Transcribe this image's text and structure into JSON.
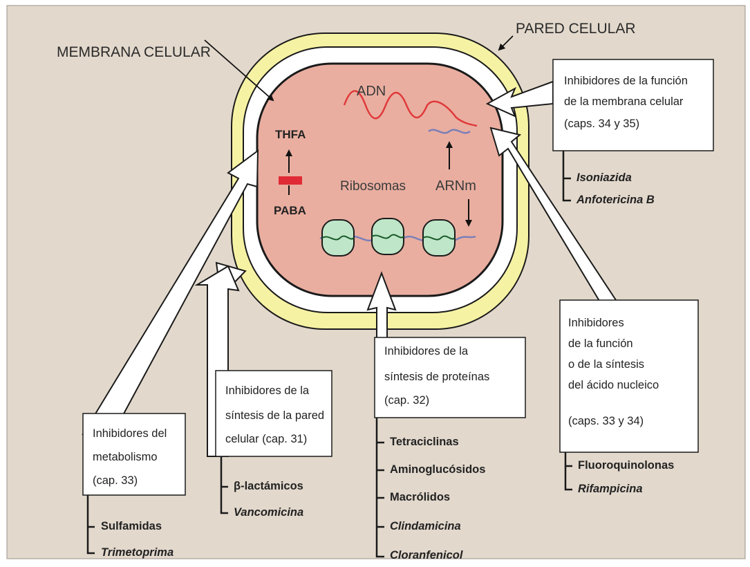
{
  "labels": {
    "membrana_celular": "MEMBRANA CELULAR",
    "pared_celular": "PARED CELULAR",
    "adn": "ADN",
    "thfa": "THFA",
    "paba": "PABA",
    "ribosomas": "Ribosomas",
    "arnm": "ARNm"
  },
  "boxes": {
    "membrane_function": {
      "lines": [
        "Inhibidores de la función",
        "de la membrana celular",
        "(caps. 34 y 35)"
      ],
      "drugs": [
        {
          "name": "Isoniazida",
          "italic": true
        },
        {
          "name": "Anfotericina B",
          "italic": true
        }
      ]
    },
    "nucleic_acid": {
      "lines": [
        "Inhibidores",
        "de la función",
        "o de la síntesis",
        "del ácido nucleico",
        "(caps. 33 y 34)"
      ],
      "drugs": [
        {
          "name": "Fluoroquinolonas",
          "italic": false
        },
        {
          "name": "Rifampicina",
          "italic": true
        }
      ]
    },
    "protein_synthesis": {
      "lines": [
        "Inhibidores de la",
        "síntesis de proteínas",
        "(cap. 32)"
      ],
      "drugs": [
        {
          "name": "Tetraciclinas",
          "italic": false
        },
        {
          "name": "Aminoglucósidos",
          "italic": false
        },
        {
          "name": "Macrólidos",
          "italic": false
        },
        {
          "name": "Clindamicina",
          "italic": true
        },
        {
          "name": "Cloranfenicol",
          "italic": true
        }
      ]
    },
    "cell_wall": {
      "lines": [
        "Inhibidores de la",
        "síntesis de la pared",
        "celular (cap. 31)"
      ],
      "drugs": [
        {
          "name": "β-lactámicos",
          "italic": false
        },
        {
          "name": "Vancomicina",
          "italic": true
        }
      ]
    },
    "metabolism": {
      "lines": [
        "Inhibidores del",
        "metabolismo",
        "(cap. 33)"
      ],
      "drugs": [
        {
          "name": "Sulfamidas",
          "italic": false
        },
        {
          "name": "Trimetoprima",
          "italic": true
        }
      ]
    }
  },
  "colors": {
    "background": "#e2d8cc",
    "cell_wall": "#f6f2a4",
    "cytoplasm": "#e9aea0",
    "ribosome": "#bfe6c8",
    "dna": "#e0393b",
    "mrna": "#7a7fb8",
    "block_bar": "#e02a35"
  }
}
